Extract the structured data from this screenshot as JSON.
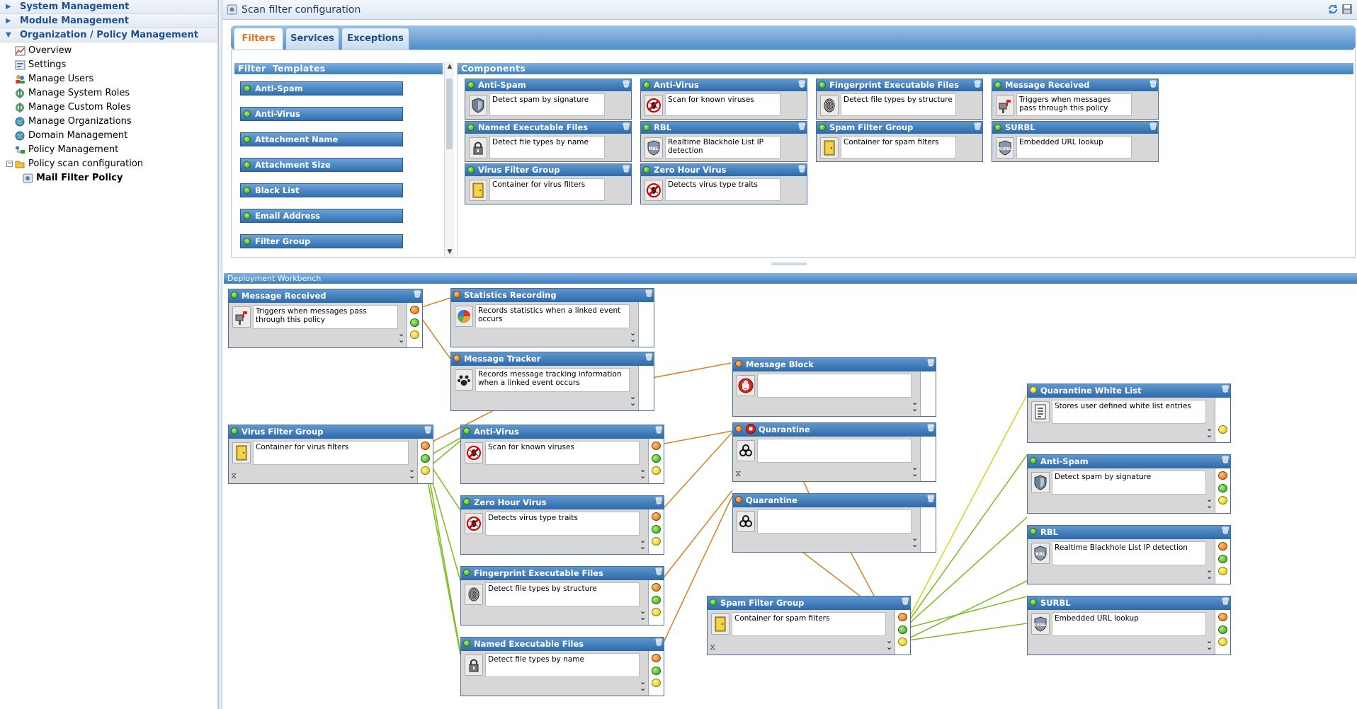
{
  "nav": {
    "sections": [
      {
        "label": "System Management",
        "state": "collapsed"
      },
      {
        "label": "Module Management",
        "state": "collapsed"
      },
      {
        "label": "Organization / Policy Management",
        "state": "expanded"
      }
    ],
    "tree": [
      {
        "label": "Overview",
        "icon": "chart-icon"
      },
      {
        "label": "Settings",
        "icon": "settings-icon"
      },
      {
        "label": "Manage Users",
        "icon": "users-icon"
      },
      {
        "label": "Manage System Roles",
        "icon": "roles-icon"
      },
      {
        "label": "Manage Custom Roles",
        "icon": "roles-icon"
      },
      {
        "label": "Manage Organizations",
        "icon": "globe-icon"
      },
      {
        "label": "Domain Management",
        "icon": "globe-icon"
      },
      {
        "label": "Policy Management",
        "icon": "policy-icon"
      },
      {
        "label": "Policy scan configuration",
        "icon": "folder-open-icon"
      },
      {
        "label": "Mail Filter Policy",
        "icon": "policy-item-icon"
      }
    ]
  },
  "panel": {
    "title": "Scan filter configuration",
    "tabs": [
      {
        "label": "Filters",
        "active": true
      },
      {
        "label": "Services",
        "active": false
      },
      {
        "label": "Exceptions",
        "active": false
      }
    ]
  },
  "templates": {
    "header": "Filter  Templates",
    "items": [
      "Anti-Spam",
      "Anti-Virus",
      "Attachment Name",
      "Attachment Size",
      "Black List",
      "Email Address",
      "Filter Group"
    ]
  },
  "components": {
    "header": "Components",
    "items": [
      {
        "title": "Anti-Spam",
        "desc": "Detect spam by signature",
        "icon": "shield-icon"
      },
      {
        "title": "Anti-Virus",
        "desc": "Scan for known viruses",
        "icon": "bug-icon"
      },
      {
        "title": "Fingerprint Executable Files",
        "desc": "Detect file types by structure",
        "icon": "fingerprint-icon"
      },
      {
        "title": "Message Received",
        "desc": "Triggers when messages pass through this policy",
        "icon": "mailbox-icon"
      },
      {
        "title": "Named Executable Files",
        "desc": "Detect file types by name",
        "icon": "padlock-icon"
      },
      {
        "title": "RBL",
        "desc": "Realtime Blackhole List IP detection",
        "icon": "rbl-shield-icon"
      },
      {
        "title": "Spam Filter Group",
        "desc": "Container for spam filters",
        "icon": "door-icon"
      },
      {
        "title": "SURBL",
        "desc": "Embedded URL lookup",
        "icon": "surbl-shield-icon"
      },
      {
        "title": "Virus Filter Group",
        "desc": "Container for virus filters",
        "icon": "door-icon"
      },
      {
        "title": "Zero Hour Virus",
        "desc": "Detects virus type traits",
        "icon": "bug-icon"
      }
    ]
  },
  "workbench": {
    "header": "Deployment Workbench",
    "nodes": [
      {
        "id": "msgrec",
        "title": "Message Received",
        "desc": "Triggers when messages pass through this policy",
        "icon": "mailbox-icon",
        "header_dot": "green"
      },
      {
        "id": "stats",
        "title": "Statistics Recording",
        "desc": "Records statistics when a linked event occurs",
        "icon": "pie-chart-icon",
        "header_dot": "orange"
      },
      {
        "id": "tracker",
        "title": "Message Tracker",
        "desc": "Records message tracking information when a linked event occurs",
        "icon": "paw-icon",
        "header_dot": "orange"
      },
      {
        "id": "block",
        "title": "Message Block",
        "desc": "",
        "icon": "stop-hand-icon",
        "header_dot": "orange"
      },
      {
        "id": "quar1",
        "title": "Quarantine",
        "desc": "",
        "icon": "biohazard-icon",
        "header_dot": "orange"
      },
      {
        "id": "quar2",
        "title": "Quarantine",
        "desc": "",
        "icon": "biohazard-icon",
        "header_dot": "orange"
      },
      {
        "id": "vfg",
        "title": "Virus Filter Group",
        "desc": "Container for virus filters",
        "icon": "door-icon",
        "header_dot": "green"
      },
      {
        "id": "av",
        "title": "Anti-Virus",
        "desc": "Scan for known viruses",
        "icon": "bug-icon",
        "header_dot": "green"
      },
      {
        "id": "zh",
        "title": "Zero Hour Virus",
        "desc": "Detects virus type traits",
        "icon": "bug-icon",
        "header_dot": "green"
      },
      {
        "id": "fp",
        "title": "Fingerprint Executable Files",
        "desc": "Detect file types by structure",
        "icon": "fingerprint-icon",
        "header_dot": "green"
      },
      {
        "id": "ne",
        "title": "Named Executable Files",
        "desc": "Detect file types by name",
        "icon": "padlock-icon",
        "header_dot": "green"
      },
      {
        "id": "sfg",
        "title": "Spam Filter Group",
        "desc": "Container for spam filters",
        "icon": "door-icon",
        "header_dot": "green"
      },
      {
        "id": "qwl",
        "title": "Quarantine White List",
        "desc": "Stores user defined white list entries",
        "icon": "list-icon",
        "header_dot": "yellow"
      },
      {
        "id": "as",
        "title": "Anti-Spam",
        "desc": "Detect spam by signature",
        "icon": "shield-icon",
        "header_dot": "green"
      },
      {
        "id": "rbl",
        "title": "RBL",
        "desc": "Realtime Blackhole List IP detection",
        "icon": "rbl-shield-icon",
        "header_dot": "green"
      },
      {
        "id": "surbl",
        "title": "SURBL",
        "desc": "Embedded URL lookup",
        "icon": "surbl-shield-icon",
        "header_dot": "green"
      }
    ],
    "colors": {
      "wire_orange": "#d7862e",
      "wire_green": "#7fbf2a",
      "wire_yellow": "#d8d42a"
    }
  }
}
